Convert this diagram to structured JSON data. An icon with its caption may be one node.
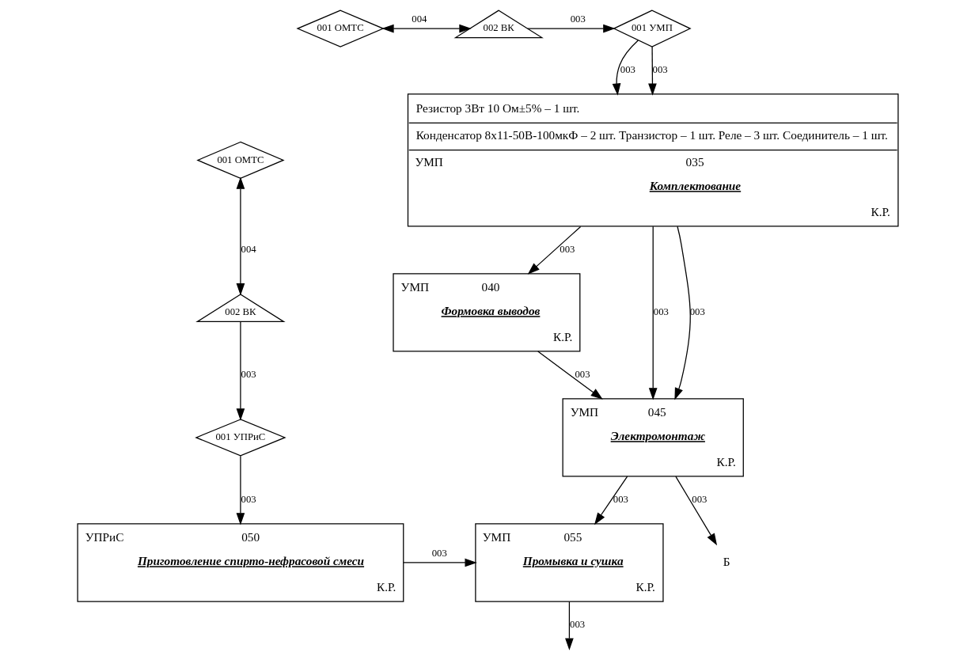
{
  "diagram": {
    "nodes": [
      {
        "text": [
          "001 ОМТС"
        ]
      },
      {
        "text": [
          "002 ВК"
        ]
      },
      {
        "text": [
          "001 УМП"
        ]
      },
      {
        "text": [
          "Резистор 3Вт 10 Ом±5% – 1 шт.",
          "Конденсатор 8x11-50В-100мкФ – 2 шт. Транзистор – 1 шт. Реле – 3 шт. Соединитель – 1 шт.",
          "УМП",
          "035",
          "Комплектование",
          "К.Р."
        ]
      },
      {
        "text": [
          "УМП",
          "040",
          "Формовка выводов",
          "К.Р."
        ]
      },
      {
        "text": [
          "УМП",
          "045",
          "Электромонтаж",
          "К.Р."
        ]
      },
      {
        "text": [
          "УМП",
          "055",
          "Промывка и сушка",
          "К.Р."
        ]
      },
      {
        "text": [
          "001 ОМТС"
        ]
      },
      {
        "text": [
          "002 ВК"
        ]
      },
      {
        "text": [
          "001 УПРиС"
        ]
      },
      {
        "text": [
          "УПРиС",
          "050",
          "Приготовление спирто-нефрасовой смеси",
          "К.Р."
        ]
      },
      {
        "text": [
          "Б"
        ]
      }
    ],
    "edges": [
      {
        "from": 0,
        "to": 1,
        "arrow": "both",
        "label": "004"
      },
      {
        "from": 1,
        "to": 2,
        "arrow": "to",
        "label": "003"
      },
      {
        "from": 2,
        "to": 3,
        "arrow": "to",
        "label": "003"
      },
      {
        "from": 2,
        "to": 3,
        "arrow": "to",
        "label": "003"
      },
      {
        "from": 3,
        "to": 4,
        "arrow": "to",
        "label": "003"
      },
      {
        "from": 3,
        "to": 5,
        "arrow": "to",
        "label": "003"
      },
      {
        "from": 3,
        "to": 5,
        "arrow": "to",
        "label": "003"
      },
      {
        "from": 4,
        "to": 5,
        "arrow": "to",
        "label": "003"
      },
      {
        "from": 5,
        "to": 11,
        "arrow": "to",
        "label": "003"
      },
      {
        "from": 5,
        "to": 6,
        "arrow": "to",
        "label": "003"
      },
      {
        "from": 6,
        "to": null,
        "arrow": "to",
        "label": "003"
      },
      {
        "from": 7,
        "to": 8,
        "arrow": "both",
        "label": "004"
      },
      {
        "from": 8,
        "to": 9,
        "arrow": "to",
        "label": "003"
      },
      {
        "from": 9,
        "to": 10,
        "arrow": "to",
        "label": "003"
      },
      {
        "from": 10,
        "to": 6,
        "arrow": "to",
        "label": "003"
      }
    ]
  }
}
